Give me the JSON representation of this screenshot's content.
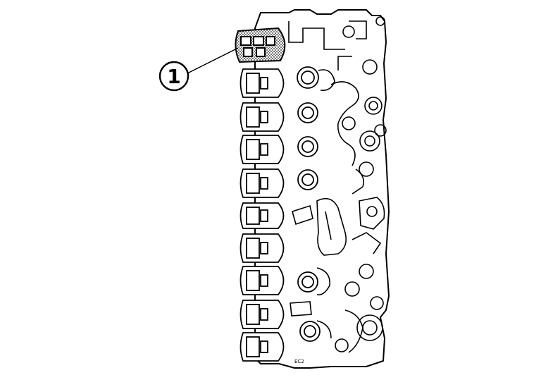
{
  "callouts": [
    {
      "number": "1",
      "part": "connector"
    }
  ],
  "body_marking": "EC2",
  "colors": {
    "ink": "#000000",
    "paper": "#ffffff",
    "hatch": "#555555"
  }
}
